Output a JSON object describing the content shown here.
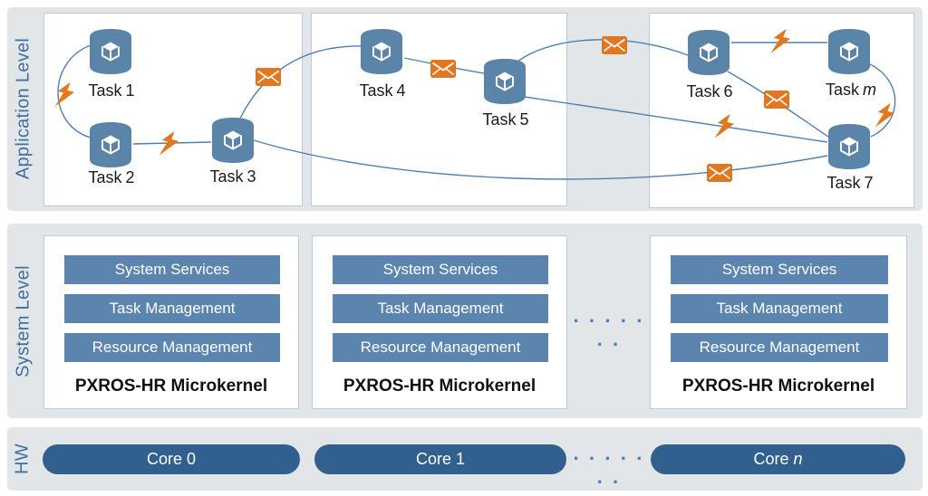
{
  "levels": {
    "application": "Application Level",
    "system": "System Level",
    "hw": "HW"
  },
  "tasks": [
    {
      "prefix": "Task",
      "suffix": "1"
    },
    {
      "prefix": "Task",
      "suffix": "2"
    },
    {
      "prefix": "Task",
      "suffix": "3"
    },
    {
      "prefix": "Task",
      "suffix": "4"
    },
    {
      "prefix": "Task",
      "suffix": "5"
    },
    {
      "prefix": "Task",
      "suffix": "6"
    },
    {
      "prefix": "Task",
      "suffix": "m"
    },
    {
      "prefix": "Task",
      "suffix": "7"
    }
  ],
  "kernel": {
    "services": "System Services",
    "task_management": "Task Management",
    "resource_management": "Resource Management",
    "name": "PXROS-HR Microkernel"
  },
  "cores": [
    {
      "prefix": "Core",
      "suffix": "0"
    },
    {
      "prefix": "Core",
      "suffix": "1"
    },
    {
      "prefix": "Core",
      "suffix": "n"
    }
  ],
  "ellipsis": "· · · · · · ·",
  "icons": {
    "task": "task-cube-icon",
    "message": "mail-envelope-icon",
    "event": "lightning-bolt-icon"
  },
  "colors": {
    "band_bg": "#e3e6e9",
    "box_border": "#bccbdb",
    "steel_blue": "#5b85ae",
    "core_blue": "#32608e",
    "line_blue": "#5080b2",
    "orange": "#e2771e",
    "label_blue": "#3f6f9e",
    "text_dark": "#1c1c1c"
  }
}
